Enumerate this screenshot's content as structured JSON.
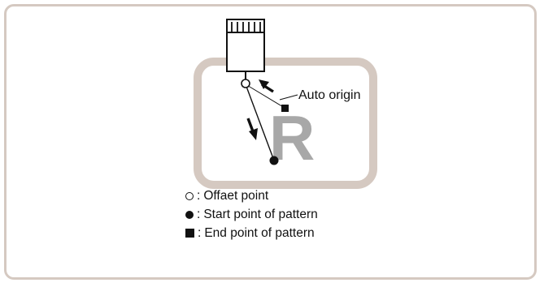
{
  "diagram": {
    "letter": "R",
    "callout_label": "Auto origin"
  },
  "legend": [
    {
      "symbol": "open-circle",
      "separator": ":",
      "text": "Offaet point"
    },
    {
      "symbol": "filled-circle",
      "separator": ":",
      "text": "Start point of pattern"
    },
    {
      "symbol": "filled-square",
      "separator": ":",
      "text": "End point of pattern"
    }
  ],
  "colors": {
    "frame_border": "#d5c9c1",
    "work_area": "#d5c9c1",
    "letter": "#a8a8a8",
    "ink": "#111111"
  },
  "icons": [
    "needle-head-icon",
    "open-circle-icon",
    "filled-circle-icon",
    "filled-square-icon",
    "arrow-icon"
  ]
}
